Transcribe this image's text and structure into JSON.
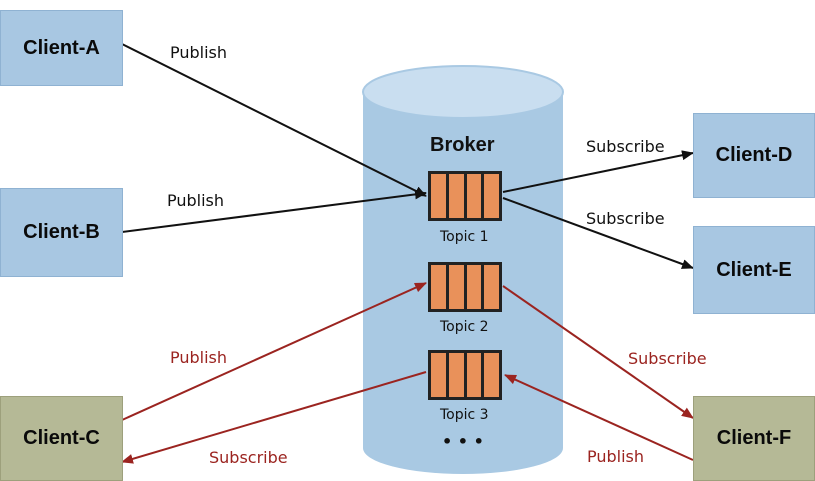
{
  "broker": {
    "title": "Broker",
    "more": "• • •"
  },
  "topics": [
    "Topic 1",
    "Topic 2",
    "Topic 3"
  ],
  "clients": {
    "a": "Client-A",
    "b": "Client-B",
    "c": "Client-C",
    "d": "Client-D",
    "e": "Client-E",
    "f": "Client-F"
  },
  "labels": {
    "a_publish": "Publish",
    "b_publish": "Publish",
    "d_subscribe": "Subscribe",
    "e_subscribe": "Subscribe",
    "c_publish": "Publish",
    "c_subscribe": "Subscribe",
    "f_subscribe": "Subscribe",
    "f_publish": "Publish"
  },
  "colors": {
    "client_blue": "#a8c7e2",
    "client_olive": "#b5b996",
    "cylinder": "#a9c9e3",
    "cylinder_top": "#c9def0",
    "queue": "#e9915a",
    "arrow_black": "#111111",
    "arrow_red": "#9b2420"
  }
}
